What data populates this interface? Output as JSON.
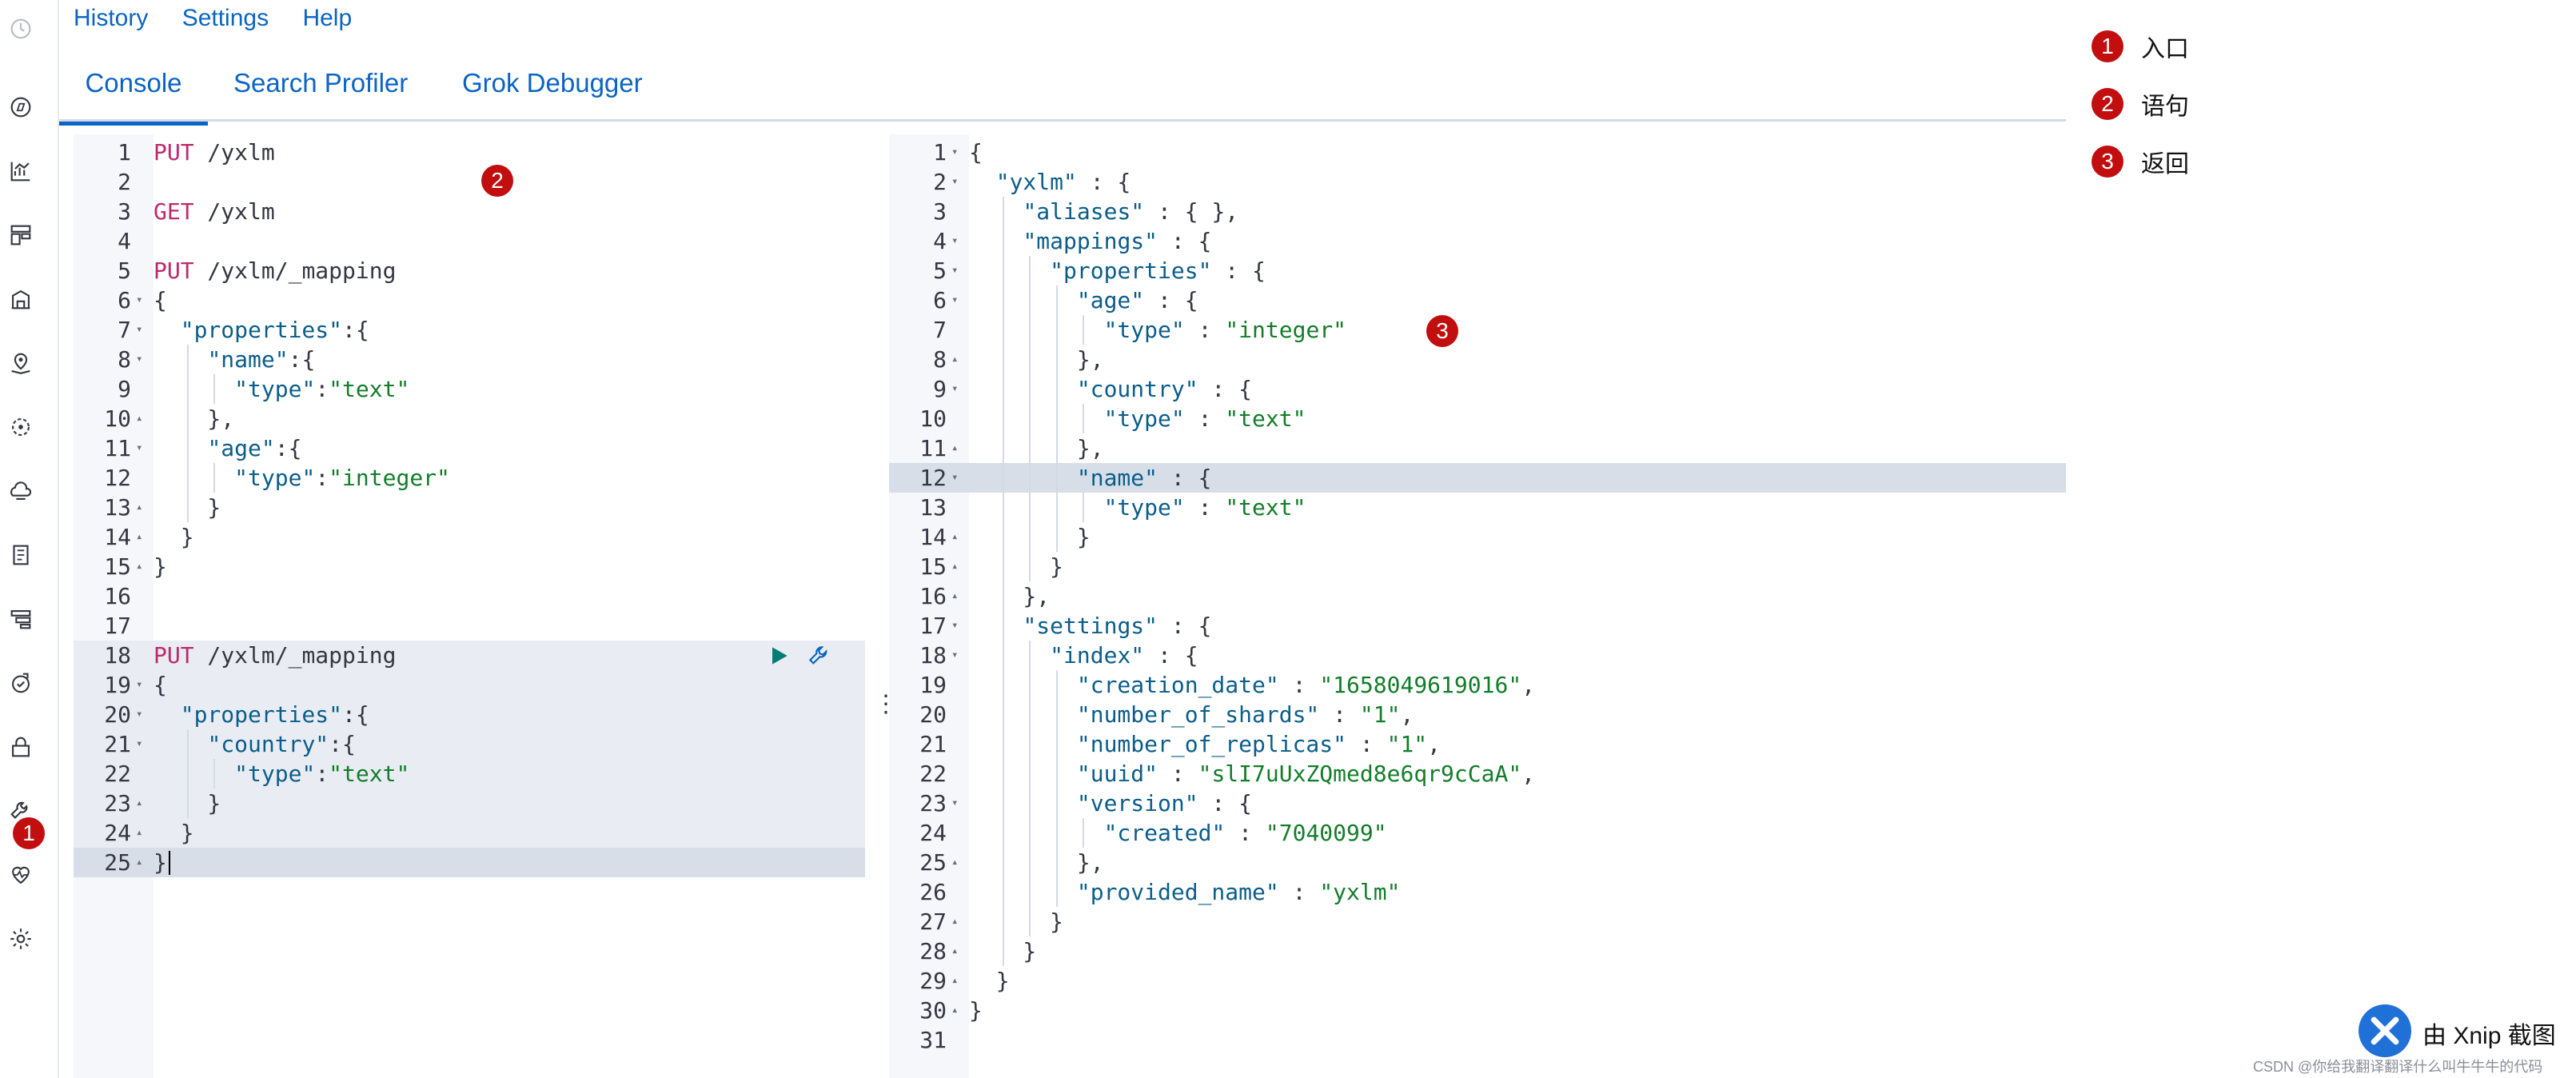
{
  "menu": {
    "history": "History",
    "settings": "Settings",
    "help": "Help"
  },
  "tabs": [
    {
      "label": "Console",
      "active": true
    },
    {
      "label": "Search Profiler",
      "active": false
    },
    {
      "label": "Grok Debugger",
      "active": false
    }
  ],
  "sidebar_icons": [
    "clock-icon",
    "compass-icon",
    "visualize-icon",
    "dashboard-icon",
    "canvas-icon",
    "maps-icon",
    "ml-icon",
    "infrastructure-icon",
    "logs-icon",
    "apm-icon",
    "uptime-icon",
    "siem-icon",
    "dev-tools-icon",
    "monitoring-icon",
    "management-icon"
  ],
  "annotations": {
    "one": "1",
    "two": "2",
    "three": "3"
  },
  "legend": [
    {
      "num": "1",
      "label": "入口"
    },
    {
      "num": "2",
      "label": "语句"
    },
    {
      "num": "3",
      "label": "返回"
    }
  ],
  "request_editor": {
    "lines": [
      [
        [
          "m",
          "PUT"
        ],
        [
          "p",
          " /yxlm"
        ]
      ],
      [],
      [
        [
          "m",
          "GET"
        ],
        [
          "p",
          " /yxlm"
        ]
      ],
      [],
      [
        [
          "m",
          "PUT"
        ],
        [
          "p",
          " /yxlm/_mapping"
        ]
      ],
      [
        [
          "p",
          "{"
        ]
      ],
      [
        [
          "p",
          "  "
        ],
        [
          "k",
          "\"properties\""
        ],
        [
          "p",
          ":{"
        ]
      ],
      [
        [
          "p",
          "    "
        ],
        [
          "k",
          "\"name\""
        ],
        [
          "p",
          ":{"
        ]
      ],
      [
        [
          "p",
          "      "
        ],
        [
          "k",
          "\"type\""
        ],
        [
          "p",
          ":"
        ],
        [
          "s",
          "\"text\""
        ]
      ],
      [
        [
          "p",
          "    },"
        ]
      ],
      [
        [
          "p",
          "    "
        ],
        [
          "k",
          "\"age\""
        ],
        [
          "p",
          ":{"
        ]
      ],
      [
        [
          "p",
          "      "
        ],
        [
          "k",
          "\"type\""
        ],
        [
          "p",
          ":"
        ],
        [
          "s",
          "\"integer\""
        ]
      ],
      [
        [
          "p",
          "    }"
        ]
      ],
      [
        [
          "p",
          "  }"
        ]
      ],
      [
        [
          "p",
          "}"
        ]
      ],
      [],
      [],
      [
        [
          "m",
          "PUT"
        ],
        [
          "p",
          " /yxlm/_mapping"
        ]
      ],
      [
        [
          "p",
          "{"
        ]
      ],
      [
        [
          "p",
          "  "
        ],
        [
          "k",
          "\"properties\""
        ],
        [
          "p",
          ":{"
        ]
      ],
      [
        [
          "p",
          "    "
        ],
        [
          "k",
          "\"country\""
        ],
        [
          "p",
          ":{"
        ]
      ],
      [
        [
          "p",
          "      "
        ],
        [
          "k",
          "\"type\""
        ],
        [
          "p",
          ":"
        ],
        [
          "s",
          "\"text\""
        ]
      ],
      [
        [
          "p",
          "    }"
        ]
      ],
      [
        [
          "p",
          "  }"
        ]
      ],
      [
        [
          "p",
          "}"
        ]
      ]
    ],
    "folds": {
      "6": "down",
      "7": "down",
      "8": "down",
      "10": "up",
      "11": "down",
      "13": "up",
      "14": "up",
      "15": "up",
      "19": "down",
      "20": "down",
      "21": "down",
      "23": "up",
      "24": "up",
      "25": "up"
    }
  },
  "response_editor": {
    "lines": [
      [
        [
          "p",
          "{"
        ]
      ],
      [
        [
          "p",
          "  "
        ],
        [
          "k",
          "\"yxlm\""
        ],
        [
          "p",
          " : {"
        ]
      ],
      [
        [
          "p",
          "    "
        ],
        [
          "k",
          "\"aliases\""
        ],
        [
          "p",
          " : { },"
        ]
      ],
      [
        [
          "p",
          "    "
        ],
        [
          "k",
          "\"mappings\""
        ],
        [
          "p",
          " : {"
        ]
      ],
      [
        [
          "p",
          "      "
        ],
        [
          "k",
          "\"properties\""
        ],
        [
          "p",
          " : {"
        ]
      ],
      [
        [
          "p",
          "        "
        ],
        [
          "k",
          "\"age\""
        ],
        [
          "p",
          " : {"
        ]
      ],
      [
        [
          "p",
          "          "
        ],
        [
          "k",
          "\"type\""
        ],
        [
          "p",
          " : "
        ],
        [
          "s",
          "\"integer\""
        ]
      ],
      [
        [
          "p",
          "        },"
        ]
      ],
      [
        [
          "p",
          "        "
        ],
        [
          "k",
          "\"country\""
        ],
        [
          "p",
          " : {"
        ]
      ],
      [
        [
          "p",
          "          "
        ],
        [
          "k",
          "\"type\""
        ],
        [
          "p",
          " : "
        ],
        [
          "s",
          "\"text\""
        ]
      ],
      [
        [
          "p",
          "        },"
        ]
      ],
      [
        [
          "p",
          "        "
        ],
        [
          "k",
          "\"name\""
        ],
        [
          "p",
          " : {"
        ]
      ],
      [
        [
          "p",
          "          "
        ],
        [
          "k",
          "\"type\""
        ],
        [
          "p",
          " : "
        ],
        [
          "s",
          "\"text\""
        ]
      ],
      [
        [
          "p",
          "        }"
        ]
      ],
      [
        [
          "p",
          "      }"
        ]
      ],
      [
        [
          "p",
          "    },"
        ]
      ],
      [
        [
          "p",
          "    "
        ],
        [
          "k",
          "\"settings\""
        ],
        [
          "p",
          " : {"
        ]
      ],
      [
        [
          "p",
          "      "
        ],
        [
          "k",
          "\"index\""
        ],
        [
          "p",
          " : {"
        ]
      ],
      [
        [
          "p",
          "        "
        ],
        [
          "k",
          "\"creation_date\""
        ],
        [
          "p",
          " : "
        ],
        [
          "s",
          "\"1658049619016\""
        ],
        [
          "p",
          ","
        ]
      ],
      [
        [
          "p",
          "        "
        ],
        [
          "k",
          "\"number_of_shards\""
        ],
        [
          "p",
          " : "
        ],
        [
          "s",
          "\"1\""
        ],
        [
          "p",
          ","
        ]
      ],
      [
        [
          "p",
          "        "
        ],
        [
          "k",
          "\"number_of_replicas\""
        ],
        [
          "p",
          " : "
        ],
        [
          "s",
          "\"1\""
        ],
        [
          "p",
          ","
        ]
      ],
      [
        [
          "p",
          "        "
        ],
        [
          "k",
          "\"uuid\""
        ],
        [
          "p",
          " : "
        ],
        [
          "s",
          "\"slI7uUxZQmed8e6qr9cCaA\""
        ],
        [
          "p",
          ","
        ]
      ],
      [
        [
          "p",
          "        "
        ],
        [
          "k",
          "\"version\""
        ],
        [
          "p",
          " : {"
        ]
      ],
      [
        [
          "p",
          "          "
        ],
        [
          "k",
          "\"created\""
        ],
        [
          "p",
          " : "
        ],
        [
          "s",
          "\"7040099\""
        ]
      ],
      [
        [
          "p",
          "        },"
        ]
      ],
      [
        [
          "p",
          "        "
        ],
        [
          "k",
          "\"provided_name\""
        ],
        [
          "p",
          " : "
        ],
        [
          "s",
          "\"yxlm\""
        ]
      ],
      [
        [
          "p",
          "      }"
        ]
      ],
      [
        [
          "p",
          "    }"
        ]
      ],
      [
        [
          "p",
          "  }"
        ]
      ],
      [
        [
          "p",
          "}"
        ]
      ],
      []
    ],
    "folds": {
      "1": "down",
      "2": "down",
      "4": "down",
      "5": "down",
      "6": "down",
      "8": "up",
      "9": "down",
      "11": "up",
      "12": "down",
      "14": "up",
      "15": "up",
      "16": "up",
      "17": "down",
      "18": "down",
      "23": "down",
      "25": "up",
      "27": "up",
      "28": "up",
      "29": "up",
      "30": "up"
    }
  },
  "footer": {
    "app": "由 Xnip 截图",
    "credit": "CSDN @你给我翻译翻译什么叫牛牛牛的代码"
  },
  "colors": {
    "accent": "#0b64c4",
    "badge": "#c20e0e",
    "method": "#bd2a6b",
    "key": "#0b5d8a",
    "value": "#137d2a"
  }
}
